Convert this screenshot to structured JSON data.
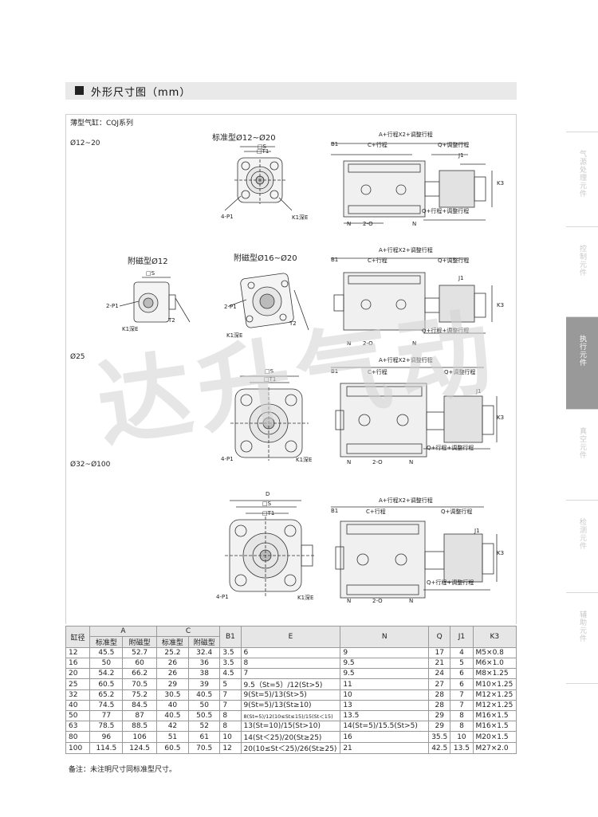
{
  "section": {
    "title": "外形尺寸图（mm）"
  },
  "series_label": "薄型气缸：CQJ系列",
  "bore_ranges": {
    "r1": "Ø12~20",
    "r2": "Ø25",
    "r3": "Ø32~Ø100"
  },
  "views": {
    "std_12_20": "标准型Ø12~Ø20",
    "mag_12": "附磁型Ø12",
    "mag_16_20": "附磁型Ø16~Ø20"
  },
  "dims": {
    "S": "□S",
    "T1": "□T1",
    "D": "D",
    "P1_4": "4-P1",
    "P1_2": "2-P1",
    "K1": "K1深E",
    "T2": "T2",
    "A": "A+行程X2+调整行程",
    "B1": "B1",
    "C": "C+行程",
    "Q_adj": "Q+调整行程",
    "Q_stroke": "Q+行程+调整行程",
    "J1": "J1",
    "K3": "K3",
    "N": "N",
    "O2": "2-O"
  },
  "watermark": "达升气动",
  "table": {
    "headers": {
      "bore": "缸径",
      "A": "A",
      "C": "C",
      "std": "标准型",
      "mag": "附磁型",
      "B1": "B1",
      "E": "E",
      "N": "N",
      "Q": "Q",
      "J1": "J1",
      "K3": "K3"
    },
    "rows": [
      [
        "12",
        "45.5",
        "52.7",
        "25.2",
        "32.4",
        "3.5",
        "6",
        "9",
        "17",
        "4",
        "M5×0.8"
      ],
      [
        "16",
        "50",
        "60",
        "26",
        "36",
        "3.5",
        "8",
        "9.5",
        "21",
        "5",
        "M6×1.0"
      ],
      [
        "20",
        "54.2",
        "66.2",
        "26",
        "38",
        "4.5",
        "7",
        "9.5",
        "24",
        "6",
        "M8×1.25"
      ],
      [
        "25",
        "60.5",
        "70.5",
        "29",
        "39",
        "5",
        "9.5（St=5）/12(St>5)",
        "11",
        "27",
        "6",
        "M10×1.25"
      ],
      [
        "32",
        "65.2",
        "75.2",
        "30.5",
        "40.5",
        "7",
        "9(St=5)/13(St>5)",
        "10",
        "28",
        "7",
        "M12×1.25"
      ],
      [
        "40",
        "74.5",
        "84.5",
        "40",
        "50",
        "7",
        "9(St=5)/13(St≥10)",
        "13",
        "28",
        "7",
        "M12×1.25"
      ],
      [
        "50",
        "77",
        "87",
        "40.5",
        "50.5",
        "8",
        "8(St=5)/12(10≤St≤15)/15(St＜15)",
        "13.5",
        "29",
        "8",
        "M16×1.5"
      ],
      [
        "63",
        "78.5",
        "88.5",
        "42",
        "52",
        "8",
        "13(St=10)/15(St>10)",
        "14(St=5)/15.5(St>5)",
        "29",
        "8",
        "M16×1.5"
      ],
      [
        "80",
        "96",
        "106",
        "51",
        "61",
        "10",
        "14(St＜25)/20(St≥25)",
        "16",
        "35.5",
        "10",
        "M20×1.5"
      ],
      [
        "100",
        "114.5",
        "124.5",
        "60.5",
        "70.5",
        "12",
        "20(10≤St＜25)/26(St≥25)",
        "21",
        "42.5",
        "13.5",
        "M27×2.0"
      ]
    ]
  },
  "footnote": "备注：未注明尺寸同标准型尺寸。",
  "side_tabs": [
    "气源处理元件",
    "控制元件",
    "执行元件",
    "真空元件",
    "检测元件",
    "辅助元件"
  ]
}
